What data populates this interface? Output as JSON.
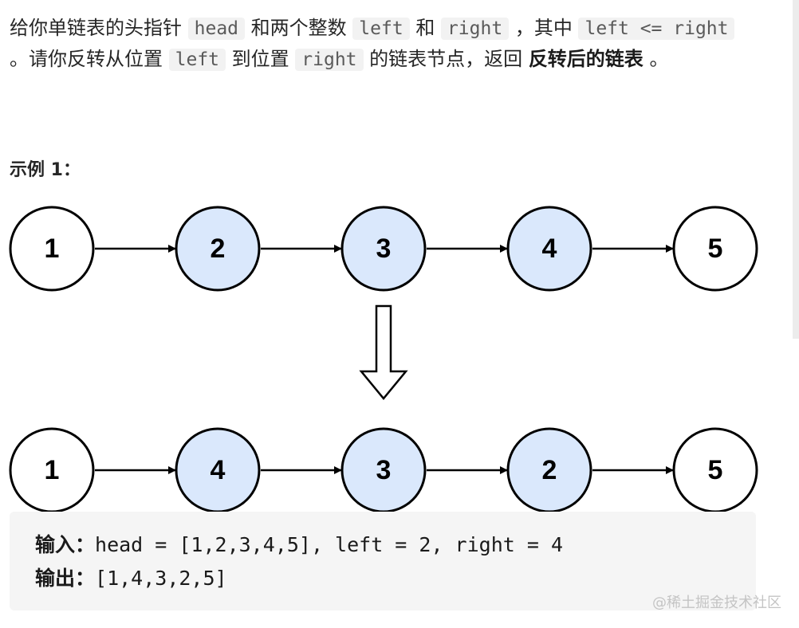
{
  "description": {
    "t1": "给你单链表的头指针 ",
    "c1": "head",
    "t2": " 和两个整数 ",
    "c2": "left",
    "t3": " 和 ",
    "c3": "right",
    "t4": " ，其中 ",
    "c4": "left <= right",
    "t5": " 。请你反转从位置 ",
    "c5": "left",
    "t6": " 到位置 ",
    "c6": "right",
    "t7": " 的链表节点，返回 ",
    "bold": "反转后的链表",
    "t8": " 。"
  },
  "example": {
    "title": "示例 1："
  },
  "diagram": {
    "before": [
      {
        "label": "1",
        "fill": "#ffffff"
      },
      {
        "label": "2",
        "fill": "#dae8fc"
      },
      {
        "label": "3",
        "fill": "#dae8fc"
      },
      {
        "label": "4",
        "fill": "#dae8fc"
      },
      {
        "label": "5",
        "fill": "#ffffff"
      }
    ],
    "after": [
      {
        "label": "1",
        "fill": "#ffffff"
      },
      {
        "label": "4",
        "fill": "#dae8fc"
      },
      {
        "label": "3",
        "fill": "#dae8fc"
      },
      {
        "label": "2",
        "fill": "#dae8fc"
      },
      {
        "label": "5",
        "fill": "#ffffff"
      }
    ]
  },
  "io": {
    "input_label": "输入：",
    "input_value": "head = [1,2,3,4,5], left = 2, right = 4",
    "output_label": "输出：",
    "output_value": "[1,4,3,2,5]"
  },
  "watermark": "@稀土掘金技术社区"
}
